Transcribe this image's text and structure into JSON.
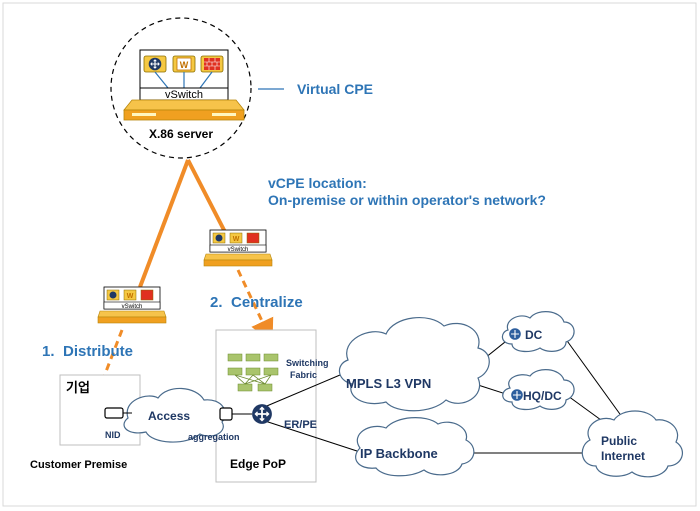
{
  "titles": {
    "virtual_cpe": "Virtual CPE",
    "vcpe_location_line1": "vCPE location:",
    "vcpe_location_line2": "On-premise or within operator's network?"
  },
  "server": {
    "label": "X.86 server",
    "vswitch": "vSwitch",
    "vnf_w": "W"
  },
  "small_cpe": {
    "vswitch": "vSwitch",
    "vnf_w": "W"
  },
  "options": {
    "distribute_num": "1.",
    "distribute_label": "Distribute",
    "centralize_num": "2.",
    "centralize_label": "Centralize"
  },
  "premise": {
    "company": "기업",
    "nid": "NID",
    "caption": "Customer Premise"
  },
  "network": {
    "access": "Access",
    "aggregation": "aggregation",
    "switching_fabric_line1": "Switching",
    "switching_fabric_line2": "Fabric",
    "er_pe": "ER/PE",
    "edge_pop": "Edge PoP",
    "mpls": "MPLS L3 VPN",
    "ip_backbone": "IP Backbone",
    "dc": "DC",
    "hq_dc": "HQ/DC",
    "public_internet_line1": "Public",
    "public_internet_line2": "Internet"
  },
  "colors": {
    "accent_blue": "#2e75b6",
    "orange": "#f08c28",
    "gold": "#f0b428",
    "dark_blue": "#1f3864"
  }
}
